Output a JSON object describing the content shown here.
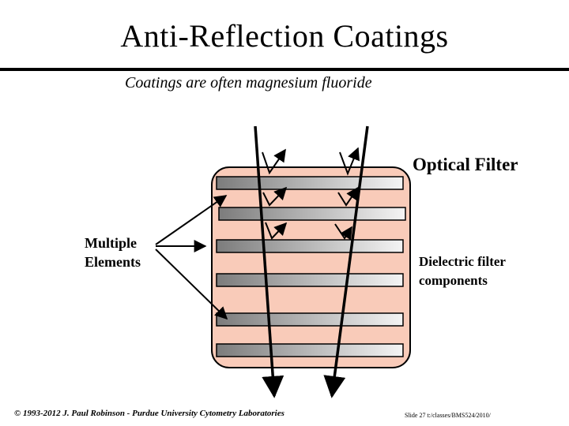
{
  "slide": {
    "title": "Anti-Reflection Coatings",
    "subtitle": "Coatings are often magnesium fluoride"
  },
  "diagram": {
    "filter_label": "Optical Filter",
    "multiple_elements_label_line1": "Multiple",
    "multiple_elements_label_line2": "Elements",
    "dielectric_label_line1": "Dielectric filter",
    "dielectric_label_line2": "components",
    "colors": {
      "filter_body": "#f9cbb9",
      "element_dark": "#7c7c7c",
      "element_light": "#f4f4f4",
      "rays": "#000000"
    }
  },
  "footer": {
    "copyright": "© 1993-2012 J. Paul Robinson - Purdue University Cytometry Laboratories",
    "slide_info": "Slide 27 t:/classes/BMS524/2010/"
  }
}
